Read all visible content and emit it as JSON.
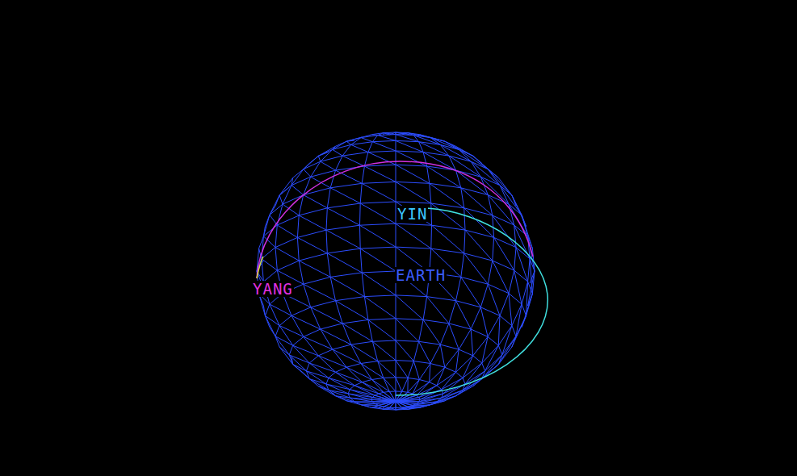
{
  "diagram": {
    "labels": [
      "YIN",
      "EARTH",
      "YANG"
    ]
  }
}
